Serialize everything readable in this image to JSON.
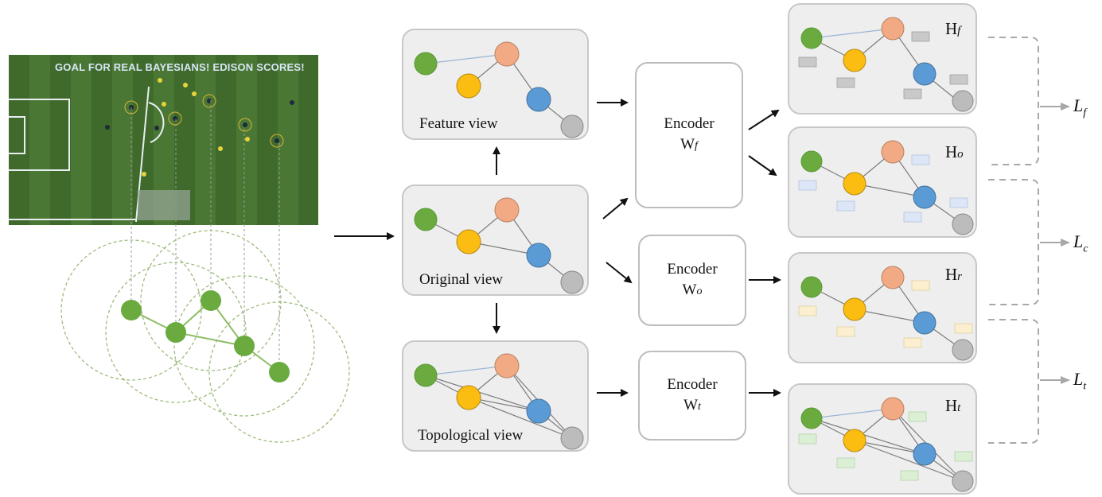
{
  "field": {
    "banner": "GOAL FOR REAL BAYESIANS! EDISON SCORES!"
  },
  "views": {
    "feature": "Feature view",
    "original": "Original view",
    "topological": "Topological view"
  },
  "encoders": {
    "f": {
      "name": "Encoder",
      "w": "W",
      "sub": "f"
    },
    "o": {
      "name": "Encoder",
      "w": "W",
      "sub": "o"
    },
    "t": {
      "name": "Encoder",
      "w": "W",
      "sub": "t"
    }
  },
  "outputs": {
    "f": {
      "h": "H",
      "sub": "f"
    },
    "o": {
      "h": "H",
      "sub": "o"
    },
    "r": {
      "h": "H",
      "sub": "r"
    },
    "t": {
      "h": "H",
      "sub": "t"
    }
  },
  "losses": {
    "f": {
      "l": "L",
      "sub": "f"
    },
    "c": {
      "l": "L",
      "sub": "c"
    },
    "t": {
      "l": "L",
      "sub": "t"
    }
  },
  "colors": {
    "green": "#6aaa3f",
    "orange": "#f2aa85",
    "yellow": "#fbbd12",
    "blue": "#5b9bd5",
    "gray": "#bcbcbc",
    "panel_bg": "#eeeeee",
    "feature_box": "#c9c9c9",
    "original_box": "#dde6f6",
    "reconstruct_box": "#fbefcf",
    "topology_box": "#dbefd4"
  }
}
